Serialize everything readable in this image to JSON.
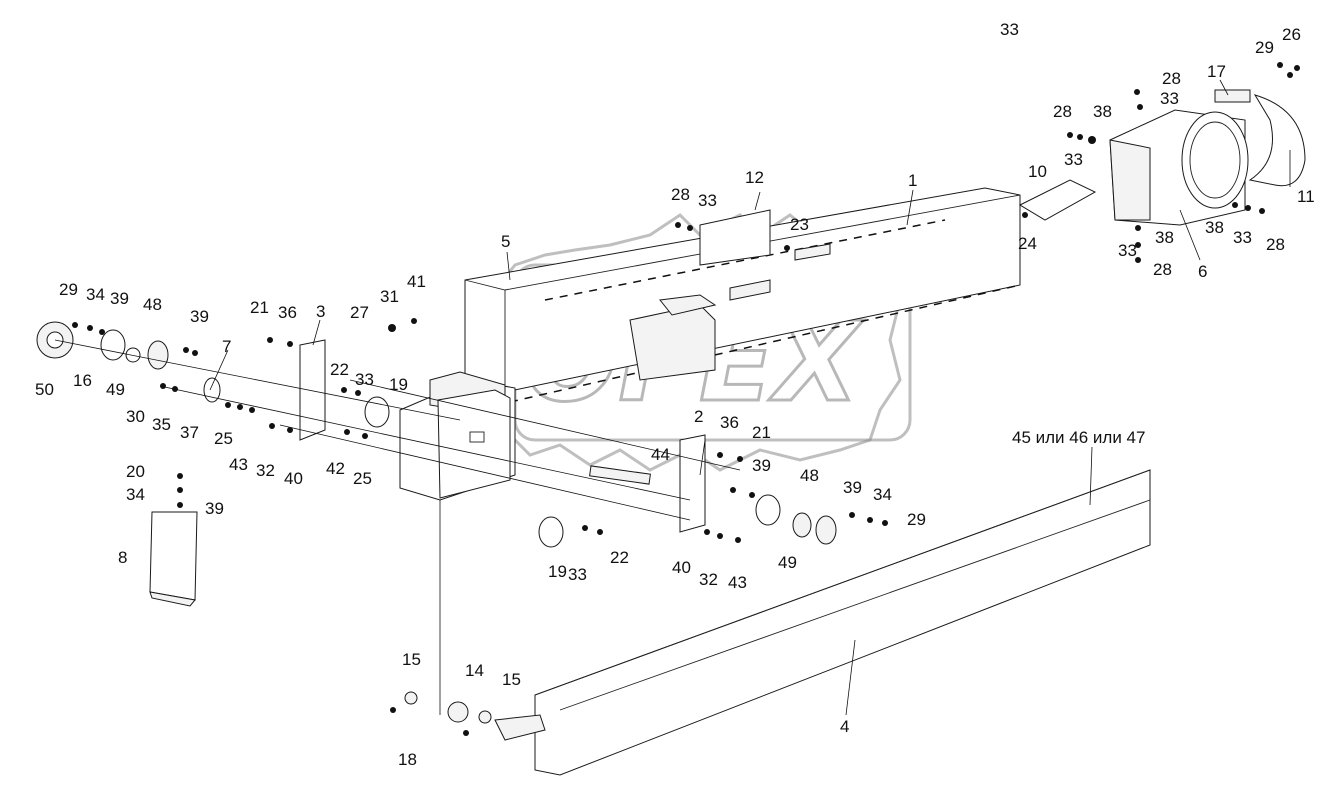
{
  "watermark": {
    "text": "OPEX",
    "type": "logo"
  },
  "callouts": [
    {
      "id": "c1",
      "text": "1"
    },
    {
      "id": "c2",
      "text": "2"
    },
    {
      "id": "c3",
      "text": "3"
    },
    {
      "id": "c4",
      "text": "4"
    },
    {
      "id": "c5",
      "text": "5"
    },
    {
      "id": "c6",
      "text": "6"
    },
    {
      "id": "c7",
      "text": "7"
    },
    {
      "id": "c8",
      "text": "8"
    },
    {
      "id": "c10",
      "text": "10"
    },
    {
      "id": "c11",
      "text": "11"
    },
    {
      "id": "c12",
      "text": "12"
    },
    {
      "id": "c14",
      "text": "14"
    },
    {
      "id": "c15a",
      "text": "15"
    },
    {
      "id": "c15b",
      "text": "15"
    },
    {
      "id": "c16",
      "text": "16"
    },
    {
      "id": "c17",
      "text": "17"
    },
    {
      "id": "c18",
      "text": "18"
    },
    {
      "id": "c19a",
      "text": "19"
    },
    {
      "id": "c19b",
      "text": "19"
    },
    {
      "id": "c20",
      "text": "20"
    },
    {
      "id": "c21a",
      "text": "21"
    },
    {
      "id": "c21b",
      "text": "21"
    },
    {
      "id": "c22a",
      "text": "22"
    },
    {
      "id": "c22b",
      "text": "22"
    },
    {
      "id": "c23",
      "text": "23"
    },
    {
      "id": "c24",
      "text": "24"
    },
    {
      "id": "c25a",
      "text": "25"
    },
    {
      "id": "c25b",
      "text": "25"
    },
    {
      "id": "c26",
      "text": "26"
    },
    {
      "id": "c27",
      "text": "27"
    },
    {
      "id": "c28a",
      "text": "28"
    },
    {
      "id": "c28b",
      "text": "28"
    },
    {
      "id": "c28c",
      "text": "28"
    },
    {
      "id": "c28d",
      "text": "28"
    },
    {
      "id": "c28e",
      "text": "28"
    },
    {
      "id": "c29a",
      "text": "29"
    },
    {
      "id": "c29b",
      "text": "29"
    },
    {
      "id": "c29c",
      "text": "29"
    },
    {
      "id": "c30",
      "text": "30"
    },
    {
      "id": "c31",
      "text": "31"
    },
    {
      "id": "c32a",
      "text": "32"
    },
    {
      "id": "c32b",
      "text": "32"
    },
    {
      "id": "c33a",
      "text": "33"
    },
    {
      "id": "c33b",
      "text": "33"
    },
    {
      "id": "c33c",
      "text": "33"
    },
    {
      "id": "c33d",
      "text": "33"
    },
    {
      "id": "c33e",
      "text": "33"
    },
    {
      "id": "c33f",
      "text": "33"
    },
    {
      "id": "c33g",
      "text": "33"
    },
    {
      "id": "c33h",
      "text": "33"
    },
    {
      "id": "c34a",
      "text": "34"
    },
    {
      "id": "c34b",
      "text": "34"
    },
    {
      "id": "c34c",
      "text": "34"
    },
    {
      "id": "c35",
      "text": "35"
    },
    {
      "id": "c36a",
      "text": "36"
    },
    {
      "id": "c36b",
      "text": "36"
    },
    {
      "id": "c37",
      "text": "37"
    },
    {
      "id": "c38a",
      "text": "38"
    },
    {
      "id": "c38b",
      "text": "38"
    },
    {
      "id": "c38c",
      "text": "38"
    },
    {
      "id": "c39a",
      "text": "39"
    },
    {
      "id": "c39b",
      "text": "39"
    },
    {
      "id": "c39c",
      "text": "39"
    },
    {
      "id": "c39d",
      "text": "39"
    },
    {
      "id": "c39e",
      "text": "39"
    },
    {
      "id": "c40a",
      "text": "40"
    },
    {
      "id": "c40b",
      "text": "40"
    },
    {
      "id": "c41",
      "text": "41"
    },
    {
      "id": "c42",
      "text": "42"
    },
    {
      "id": "c43a",
      "text": "43"
    },
    {
      "id": "c43b",
      "text": "43"
    },
    {
      "id": "c44",
      "text": "44"
    },
    {
      "id": "c45",
      "text": "45 или 46 или 47"
    },
    {
      "id": "c48a",
      "text": "48"
    },
    {
      "id": "c48b",
      "text": "48"
    },
    {
      "id": "c49a",
      "text": "49"
    },
    {
      "id": "c49b",
      "text": "49"
    },
    {
      "id": "c50",
      "text": "50"
    }
  ]
}
